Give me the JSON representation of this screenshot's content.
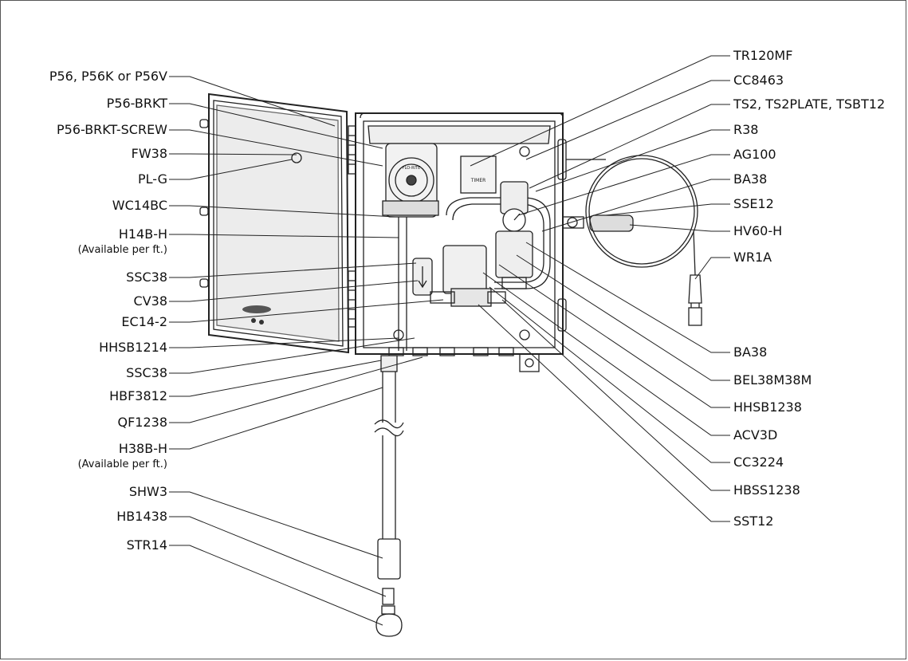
{
  "left_labels": [
    "P56, P56K or P56V",
    "P56-BRKT",
    "P56-BRKT-SCREW",
    "FW38",
    "PL-G",
    "WC14BC",
    "H14B-H",
    "SSC38",
    "CV38",
    "EC14-2",
    "HHSB1214",
    "SSC38",
    "HBF3812",
    "QF1238",
    "H38B-H",
    "SHW3",
    "HB1438",
    "STR14"
  ],
  "left_sublabels": {
    "h14b": "(Available per ft.)",
    "h38b": "(Available per ft.)"
  },
  "right_labels": [
    "TR120MF",
    "CC8463",
    "TS2, TS2PLATE, TSBT12",
    "R38",
    "AG100",
    "BA38",
    "SSE12",
    "HV60-H",
    "WR1A",
    "BA38",
    "BEL38M38M",
    "HHSB1238",
    "ACV3D",
    "CC3224",
    "HBSS1238",
    "SST12"
  ],
  "device_text": {
    "timer": "TIMER",
    "pump_brand": "FLO-RITE"
  }
}
